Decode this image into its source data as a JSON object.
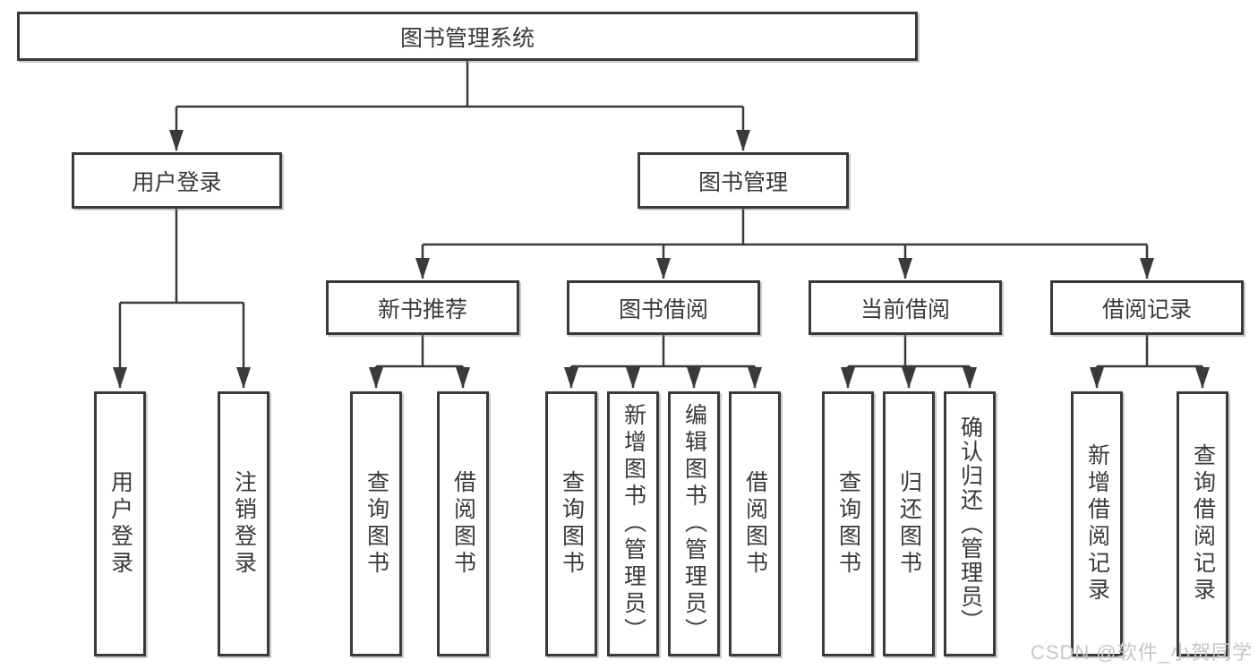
{
  "watermark": "CSDN @软件_小贺同学",
  "colors": {
    "line": "#3a3a3a",
    "text": "#3a3a3a",
    "watermark": "#c6c6c6",
    "background": "#ffffff"
  },
  "tree": {
    "root": {
      "label": "图书管理系统"
    },
    "branches": [
      {
        "label": "用户登录",
        "children": [
          {
            "label": "用户登录"
          },
          {
            "label": "注销登录"
          }
        ]
      },
      {
        "label": "图书管理",
        "children": [
          {
            "label": "新书推荐",
            "children": [
              {
                "label": "查询图书"
              },
              {
                "label": "借阅图书"
              }
            ]
          },
          {
            "label": "图书借阅",
            "children": [
              {
                "label": "查询图书"
              },
              {
                "label": "新增图书（管理员）"
              },
              {
                "label": "编辑图书（管理员）"
              },
              {
                "label": "借阅图书"
              }
            ]
          },
          {
            "label": "当前借阅",
            "children": [
              {
                "label": "查询图书"
              },
              {
                "label": "归还图书"
              },
              {
                "label": "确认归还（管理员）"
              }
            ]
          },
          {
            "label": "借阅记录",
            "children": [
              {
                "label": "新增借阅记录"
              },
              {
                "label": "查询借阅记录"
              }
            ]
          }
        ]
      }
    ]
  }
}
